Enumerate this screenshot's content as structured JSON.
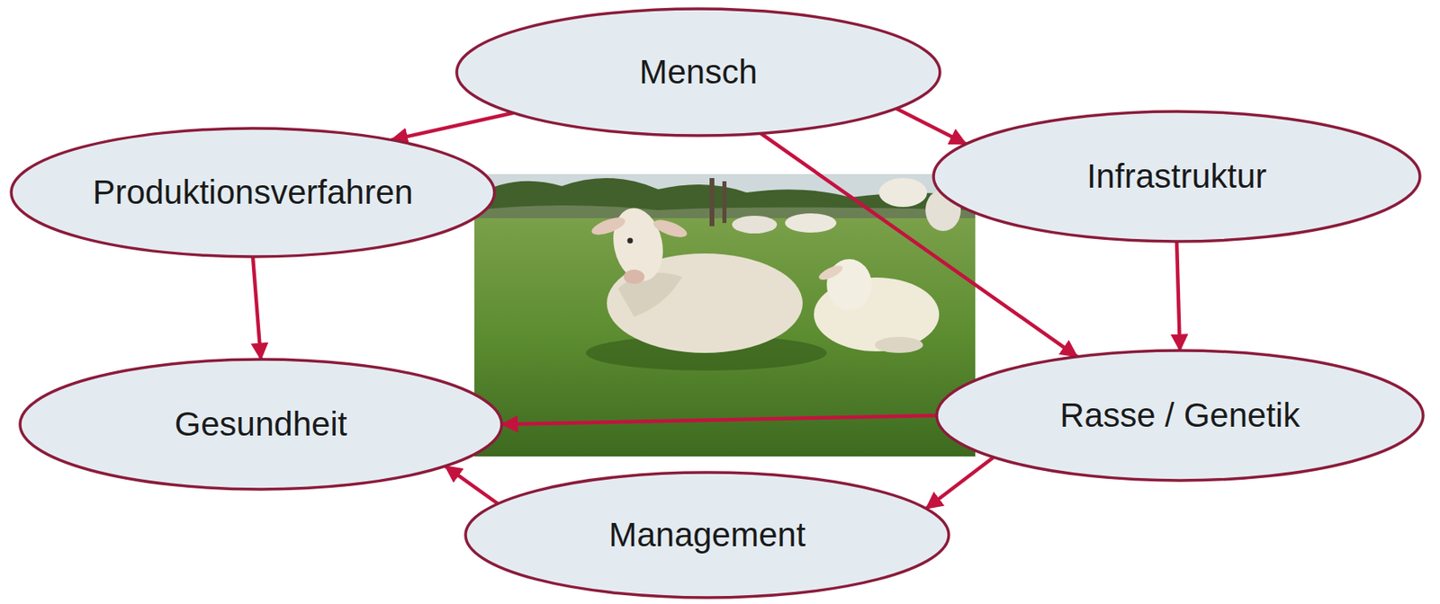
{
  "diagram": {
    "nodes": [
      {
        "text": [
          "Mensch"
        ]
      },
      {
        "text": [
          "Produktionsverfahren"
        ]
      },
      {
        "text": [
          "Infrastruktur"
        ]
      },
      {
        "text": [
          "Gesundheit"
        ]
      },
      {
        "text": [
          "Rasse / Genetik"
        ]
      },
      {
        "text": [
          "Management"
        ]
      }
    ],
    "edges": [
      {
        "from": 0,
        "to": 1,
        "arrow": "to"
      },
      {
        "from": 0,
        "to": 2,
        "arrow": "to"
      },
      {
        "from": 0,
        "to": 4,
        "arrow": "to"
      },
      {
        "from": 1,
        "to": 3,
        "arrow": "to"
      },
      {
        "from": 2,
        "to": 4,
        "arrow": "to"
      },
      {
        "from": 4,
        "to": 3,
        "arrow": "to"
      },
      {
        "from": 4,
        "to": 5,
        "arrow": "to"
      },
      {
        "from": 5,
        "to": 3,
        "arrow": "to"
      }
    ]
  }
}
